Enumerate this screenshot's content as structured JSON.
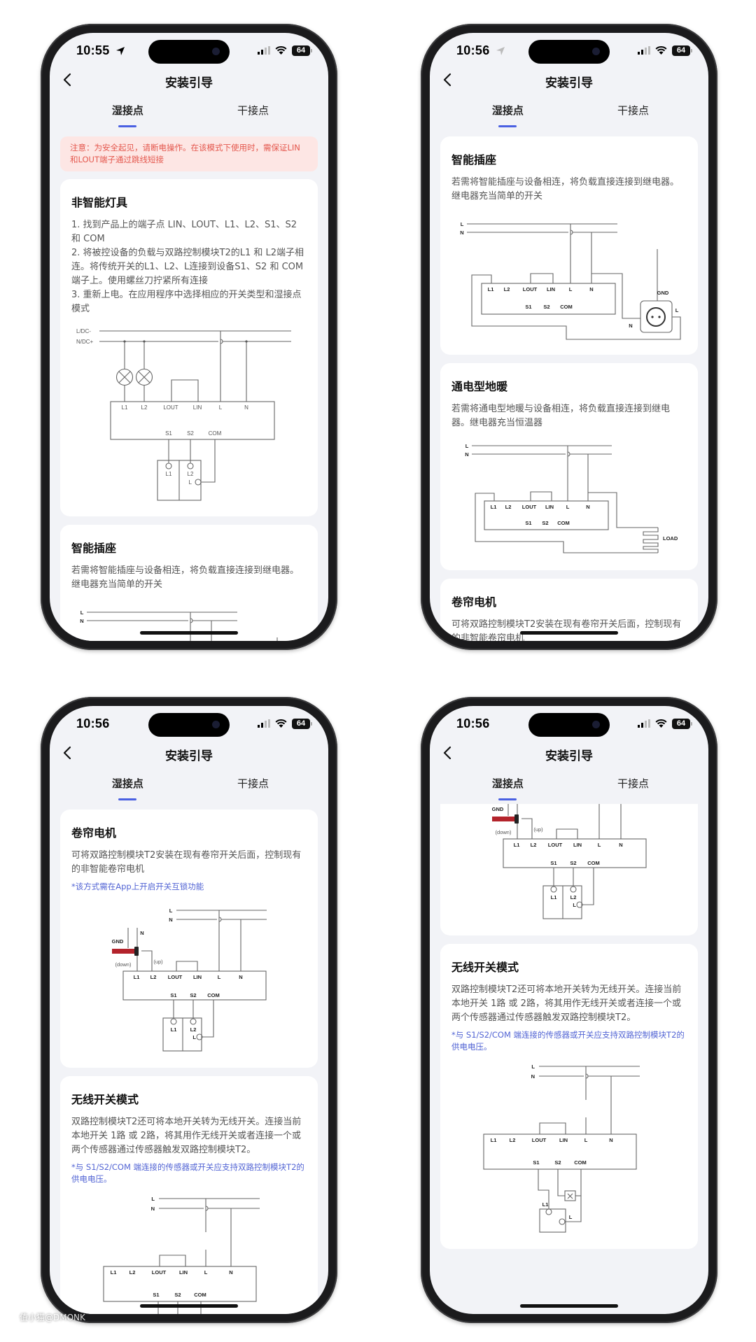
{
  "app": {
    "title": "安装引导",
    "tabs": [
      "湿接点",
      "干接点"
    ],
    "active_tab": 0,
    "battery": "64",
    "accent_color": "#4a60e2"
  },
  "notice": "注意：为安全起见，请断电操作。在该模式下使用时，需保证LIN和LOUT端子通过跳线短接",
  "sections": {
    "lamp": {
      "title": "非智能灯具",
      "paragraphs": [
        "1. 找到产品上的端子点 LIN、LOUT、L1、L2、S1、S2 和 COM",
        "2. 将被控设备的负载与双路控制模块T2的L1 和 L2端子相连。将传统开关的L1、L2、L连接到设备S1、S2 和 COM 端子上。使用螺丝刀拧紧所有连接",
        "3. 重新上电。在应用程序中选择相应的开关类型和湿接点模式"
      ],
      "note": null,
      "diagram": "lamp"
    },
    "socket": {
      "title": "智能插座",
      "paragraphs": [
        "若需将智能插座与设备相连，将负载直接连接到继电器。继电器充当简单的开关"
      ],
      "note": null,
      "diagram": "socket"
    },
    "heating": {
      "title": "通电型地暖",
      "paragraphs": [
        "若需将通电型地暖与设备相连，将负载直接连接到继电器。继电器充当恒温器"
      ],
      "note": null,
      "diagram": "heating"
    },
    "curtain": {
      "title": "卷帘电机",
      "paragraphs": [
        "可将双路控制模块T2安装在现有卷帘开关后面，控制现有的非智能卷帘电机"
      ],
      "note": "*该方式需在App上开启开关互锁功能",
      "diagram": "curtain"
    },
    "wireless": {
      "title": "无线开关模式",
      "paragraphs": [
        "双路控制模块T2还可将本地开关转为无线开关。连接当前本地开关 1路 或 2路，将其用作无线开关或者连接一个或两个传感器通过传感器触发双路控制模块T2。"
      ],
      "note": "*与 S1/S2/COM 端连接的传感器或开关应支持双路控制模块T2的供电电压。",
      "diagram": "wireless"
    }
  },
  "diagram_labels": {
    "line_l": "L",
    "line_n": "N",
    "line_l_dc": "L/DC-",
    "line_n_dc": "N/DC+",
    "L1": "L1",
    "L2": "L2",
    "LOUT": "LOUT",
    "LIN": "LIN",
    "L": "L",
    "N": "N",
    "S1": "S1",
    "S2": "S2",
    "COM": "COM",
    "GND": "GND",
    "LOAD": "LOAD",
    "up": "(up)",
    "down": "(down)"
  },
  "phones": [
    {
      "time": "10:55",
      "location_arrow": "active",
      "show_notice": true,
      "sections": [
        "lamp",
        "socket"
      ]
    },
    {
      "time": "10:56",
      "location_arrow": "faded",
      "show_notice": false,
      "sections": [
        "socket",
        "heating",
        "curtain"
      ]
    },
    {
      "time": "10:56",
      "location_arrow": "none",
      "show_notice": false,
      "sections": [
        "curtain",
        "wireless"
      ]
    },
    {
      "time": "10:56",
      "location_arrow": "none",
      "show_notice": false,
      "sections": [
        "curtain",
        "wireless"
      ]
    }
  ],
  "watermark": "值小猫@DMONK"
}
